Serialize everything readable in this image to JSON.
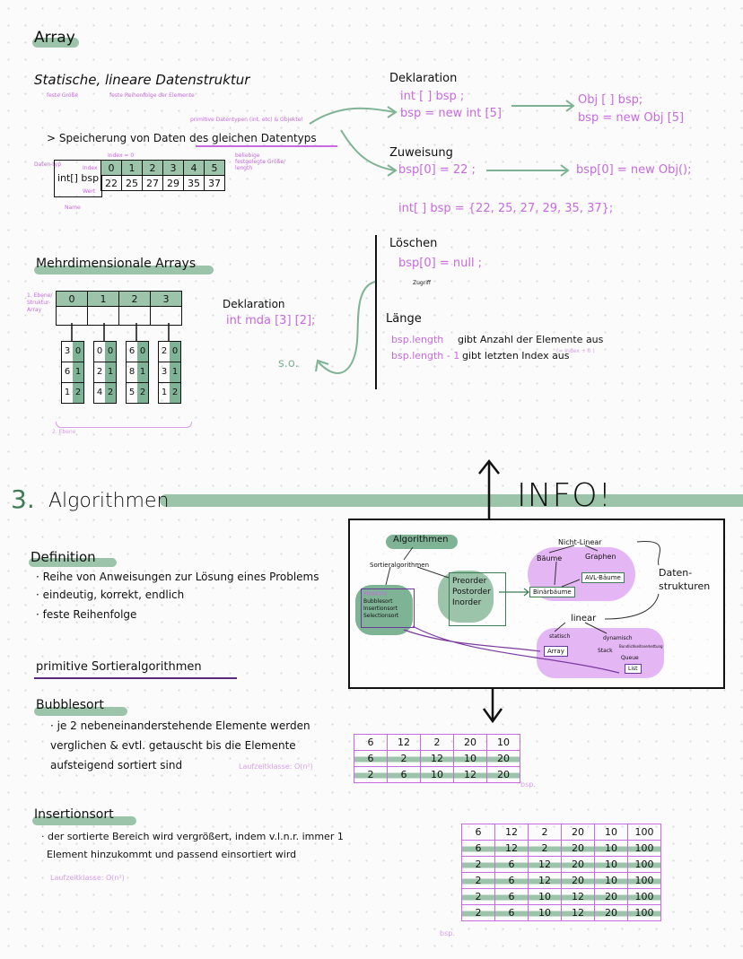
{
  "array_section": {
    "title": "Array",
    "subtitle": "Statische, lineare Datenstruktur",
    "note_size": "feste Größe",
    "note_order": "feste Reihenfolge der Elemente",
    "note_primitive": "primitive Datentypen (int, etc) & Objekte!",
    "storage": "> Speicherung von Daten des gleichen Datentyps",
    "label_datentyp": "Daten-typ",
    "label_index": "Index",
    "label_index0": "Index = 0",
    "label_name": "Name",
    "label_wert": "Wert",
    "label_length": "beliebige festgelegte Größe/ length",
    "label_int_bsp": "int[] bsp",
    "indices": [
      "0",
      "1",
      "2",
      "3",
      "4",
      "5"
    ],
    "values": [
      "22",
      "25",
      "27",
      "29",
      "35",
      "37"
    ]
  },
  "declaration": {
    "title": "Deklaration",
    "line1": "int [ ] bsp ;",
    "line2": "bsp = new int [5]",
    "obj1": "Obj [ ] bsp;",
    "obj2": "bsp = new Obj [5]"
  },
  "assignment": {
    "title": "Zuweisung",
    "line1": "bsp[0] = 22 ;",
    "obj1": "bsp[0] = new Obj();",
    "line2": "int[ ] bsp = {22, 25, 27, 29, 35, 37};"
  },
  "delete": {
    "title": "Löschen",
    "line": "bsp[0] = null ;",
    "zugriff": "Zugriff"
  },
  "length": {
    "title": "Länge",
    "code1": "bsp.length",
    "desc1": "gibt Anzahl der Elemente aus",
    "code2": "bsp.length - 1",
    "desc2": "gibt letzten Index aus",
    "note2": "(= Index + 0 )"
  },
  "multi": {
    "title": "Mehrdimensionale Arrays",
    "label1": "1. Ebene/ Struktur-Array",
    "label2": "2. Ebene",
    "decl_title": "Deklaration",
    "decl_code": "int mda [3] [2];",
    "so": "s.o.",
    "top_indices": [
      "0",
      "1",
      "2",
      "3"
    ],
    "columns": [
      [
        [
          "3",
          "0"
        ],
        [
          "6",
          "1"
        ],
        [
          "1",
          "2"
        ]
      ],
      [
        [
          "0",
          "0"
        ],
        [
          "2",
          "1"
        ],
        [
          "4",
          "2"
        ]
      ],
      [
        [
          "6",
          "0"
        ],
        [
          "8",
          "1"
        ],
        [
          "5",
          "2"
        ]
      ],
      [
        [
          "2",
          "0"
        ],
        [
          "3",
          "1"
        ],
        [
          "1",
          "2"
        ]
      ]
    ]
  },
  "algorithms": {
    "number": "3.",
    "title": "Algorithmen",
    "info": "INFO!",
    "def_title": "Definition",
    "def_lines": [
      "· Reihe von Anweisungen zur Lösung eines Problems",
      "· eindeutig, korrekt, endlich",
      "· feste Reihenfolge"
    ],
    "primitive_title": "primitive Sortieralgorithmen"
  },
  "info_diagram": {
    "algorithmen": "Algorithmen",
    "sortier": "Sortieralgorithmen",
    "primitiv": "PRIMITIV",
    "sorts": [
      "Bubblesort",
      "Insertionsort",
      "Selectionsort"
    ],
    "traversal": [
      "Preorder",
      "Postorder",
      "Inorder"
    ],
    "nicht_linear": "Nicht-Linear",
    "baeume": "Bäume",
    "graphen": "Graphen",
    "avl": "AVL-Bäume",
    "binaer": "Binärbäume",
    "daten": "Daten-",
    "strukturen": "strukturen",
    "linear": "linear",
    "statisch": "statisch",
    "array": "Array",
    "dynamisch": "dynamisch",
    "stack": "Stack",
    "verkettung": "Bundlichkeitsverkettung",
    "queue": "Queue",
    "list": "List"
  },
  "bubblesort": {
    "title": "Bubblesort",
    "desc": [
      "· je 2 nebeneinanderstehende Elemente werden",
      "verglichen & evtl. getauscht bis die Elemente",
      "aufsteigend sortiert sind"
    ],
    "complexity": "Laufzeitklasse: O(n²)",
    "bsp": "bsp.",
    "table": [
      [
        "6",
        "12",
        "2",
        "20",
        "10"
      ],
      [
        "6",
        "2",
        "12",
        "10",
        "20"
      ],
      [
        "2",
        "6",
        "10",
        "12",
        "20"
      ]
    ]
  },
  "insertionsort": {
    "title": "Insertionsort",
    "desc": [
      "· der sortierte Bereich wird vergrößert, indem v.l.n.r. immer 1",
      "Element hinzukommt und passend einsortiert wird"
    ],
    "complexity": "Laufzeitklasse: O(n²)",
    "bsp": "bsp.",
    "table": [
      [
        "6",
        "12",
        "2",
        "20",
        "10",
        "100"
      ],
      [
        "6",
        "12",
        "2",
        "20",
        "10",
        "100"
      ],
      [
        "2",
        "6",
        "12",
        "20",
        "10",
        "100"
      ],
      [
        "2",
        "6",
        "12",
        "20",
        "10",
        "100"
      ],
      [
        "2",
        "6",
        "10",
        "12",
        "20",
        "100"
      ],
      [
        "2",
        "6",
        "10",
        "12",
        "20",
        "100"
      ]
    ]
  }
}
